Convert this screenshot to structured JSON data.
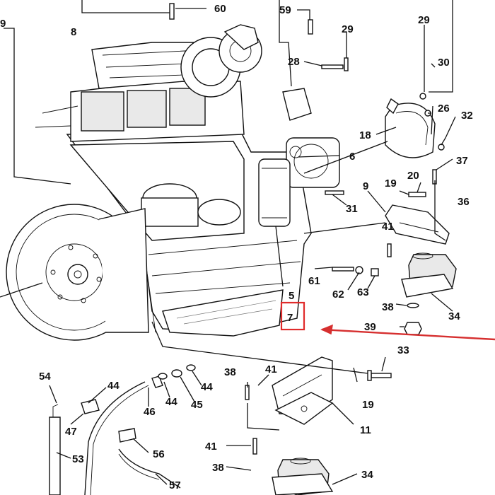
{
  "diagram": {
    "highlight_color": "#e02b2b",
    "arrow_color": "#d62f2f",
    "highlighted_part": "7",
    "callouts": {
      "c60": "60",
      "c59": "59",
      "c29a": "29",
      "c29b": "29",
      "c28": "28",
      "c30": "30",
      "c26": "26",
      "c32": "32",
      "c18": "18",
      "c6": "6",
      "c37": "37",
      "c20": "20",
      "c19a": "19",
      "c9a": "9",
      "c9b": "9",
      "c36": "36",
      "c31": "31",
      "c8": "8",
      "c41a": "41",
      "c5": "5",
      "c61": "61",
      "c62": "62",
      "c63": "63",
      "c7": "7",
      "c38a": "38",
      "c39": "39",
      "c34a": "34",
      "c33": "33",
      "c54": "54",
      "c44a": "44",
      "c44b": "44",
      "c44c": "44",
      "c45": "45",
      "c46": "46",
      "c47": "47",
      "c38b": "38",
      "c41b": "41",
      "c19b": "19",
      "c11": "11",
      "c53": "53",
      "c56": "56",
      "c57": "57",
      "c41c": "41",
      "c38c": "38",
      "c34b": "34"
    }
  }
}
